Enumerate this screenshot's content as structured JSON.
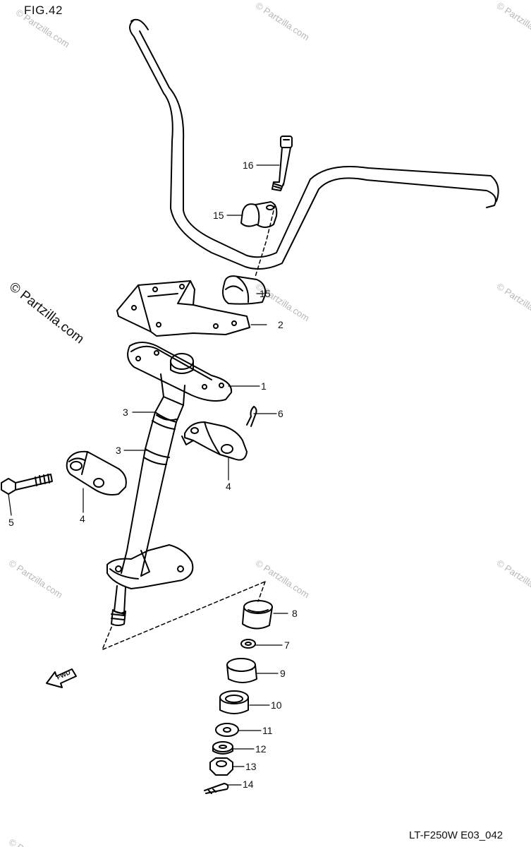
{
  "figure": {
    "title": "FIG.42",
    "code": "LT-F250W E03_042"
  },
  "watermark": {
    "brand": "© Partzilla.com",
    "tile": "© Partzilla.com"
  },
  "callouts": {
    "p1": "1",
    "p2": "2",
    "p3a": "3",
    "p3b": "3",
    "p4a": "4",
    "p4b": "4",
    "p5": "5",
    "p6": "6",
    "p7": "7",
    "p8": "8",
    "p9": "9",
    "p10": "10",
    "p11": "11",
    "p12": "12",
    "p13": "13",
    "p14": "14",
    "p15a": "15",
    "p15b": "15",
    "p16": "16"
  },
  "fwd_arrow": {
    "label": "FWD"
  }
}
